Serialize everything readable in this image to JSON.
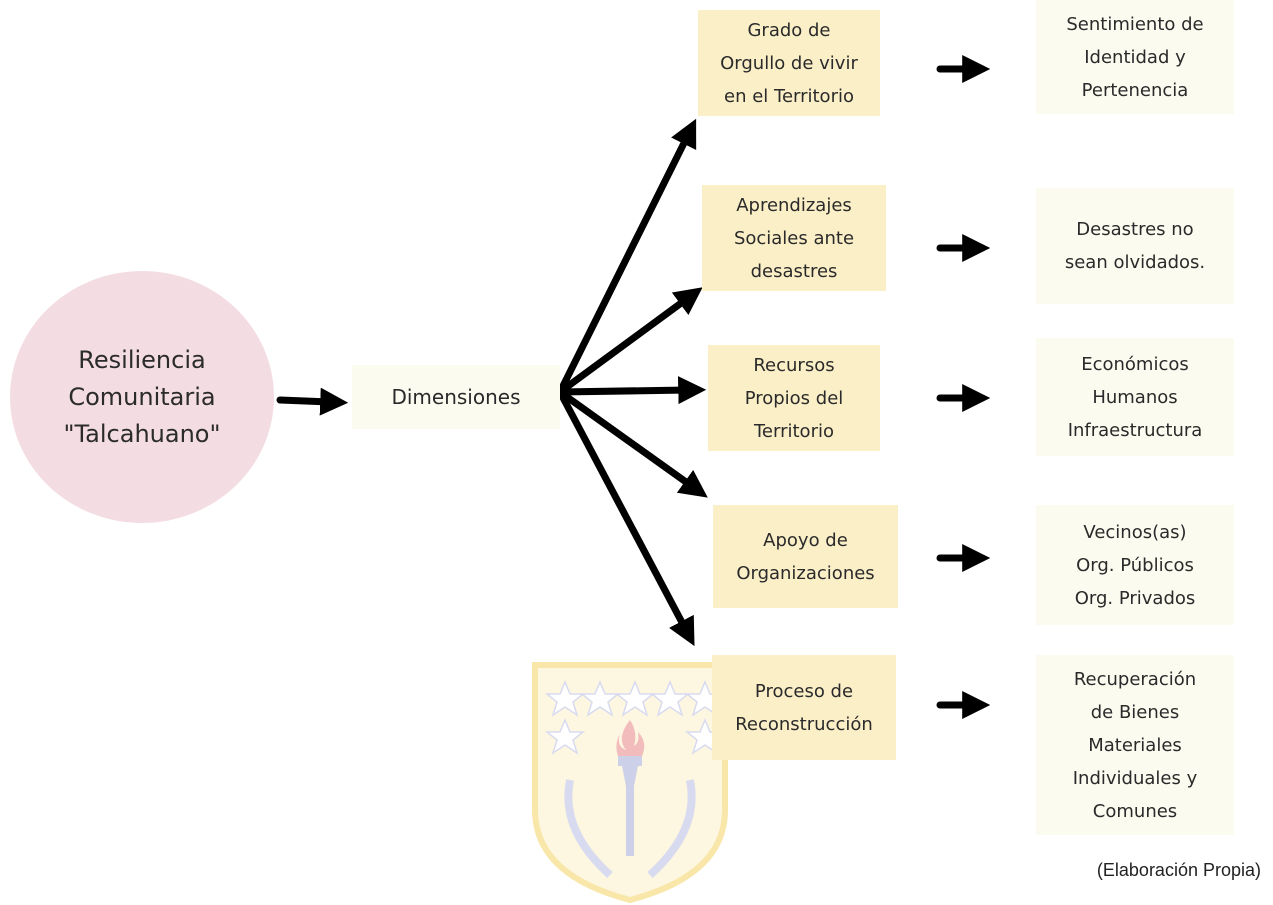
{
  "root": {
    "label": "Resiliencia\nComunitaria\n\"Talcahuano\""
  },
  "hub": {
    "label": "Dimensiones"
  },
  "dimensions": [
    {
      "label": "Grado de\nOrgullo de vivir\nen el Territorio",
      "result": "Sentimiento de\nIdentidad y\nPertenencia"
    },
    {
      "label": "Aprendizajes\nSociales ante\ndesastres",
      "result": "Desastres no\nsean olvidados."
    },
    {
      "label": "Recursos\nPropios del\nTerritorio",
      "result": "Económicos\nHumanos\nInfraestructura"
    },
    {
      "label": "Apoyo de\nOrganizaciones",
      "result": "Vecinos(as)\nOrg. Públicos\nOrg. Privados"
    },
    {
      "label": "Proceso de\nReconstrucción",
      "result": "Recuperación\nde Bienes\nMateriales\nIndividuales y\nComunes"
    }
  ],
  "caption": "(Elaboración Propia)",
  "colors": {
    "circle": "#f3dde3",
    "dimension_box": "#fbefc8",
    "result_box": "#fbfbf0",
    "arrow": "#000000",
    "watermark": "#f0c020"
  },
  "watermark": {
    "name": "university-logo-watermark"
  }
}
